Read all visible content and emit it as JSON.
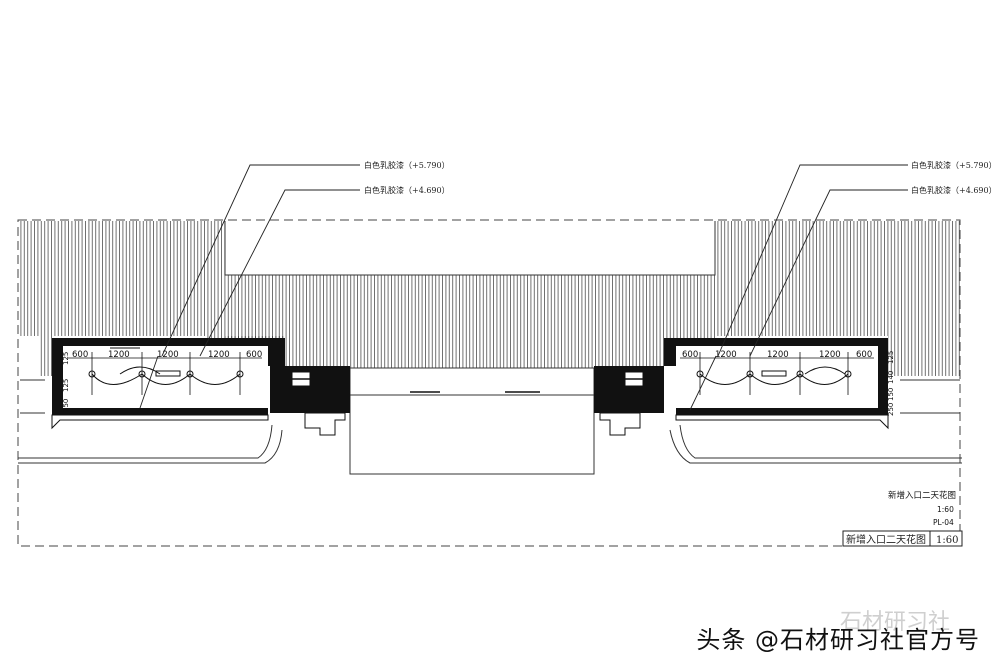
{
  "annotations": {
    "left_top": "白色乳胶漆（+5.790）",
    "left_bottom": "白色乳胶漆（+4.690）",
    "right_top": "白色乳胶漆（+5.790）",
    "right_bottom": "白色乳胶漆（+4.690）"
  },
  "dimensions": {
    "left": {
      "top_row": [
        "600",
        "1200",
        "1200",
        "1200",
        "600"
      ],
      "side": [
        "125",
        "125",
        "250"
      ]
    },
    "right": {
      "top_row": [
        "600",
        "1200",
        "1200",
        "1200",
        "600"
      ],
      "side": [
        "125",
        "140",
        "150",
        "250"
      ]
    }
  },
  "title_block": {
    "name": "新增入口二天花图",
    "scale": "1:60",
    "code": "PL-04",
    "box_name": "新增入口二天花图",
    "box_scale": "1:60"
  },
  "watermark": {
    "text": "头条 @石材研习社官方号",
    "ghost": "石材研习社"
  }
}
